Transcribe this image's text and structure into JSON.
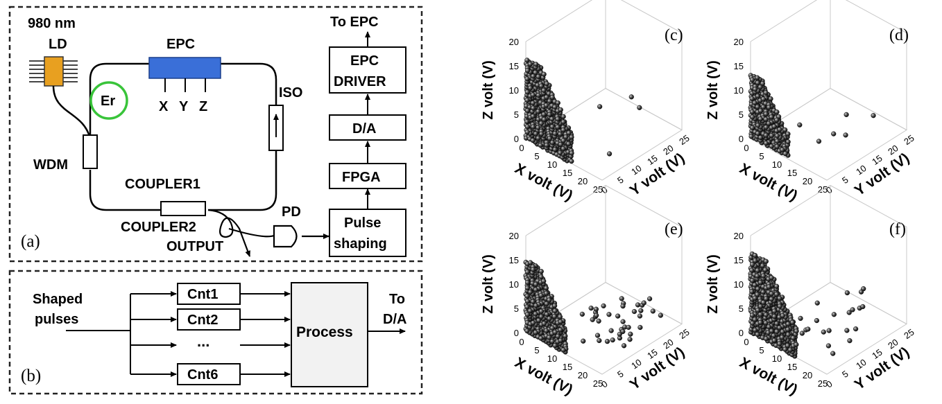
{
  "panel_a": {
    "tag": "(a)",
    "wavelength": "980 nm",
    "ld": "LD",
    "epc": "EPC",
    "er": "Er",
    "x": "X",
    "y": "Y",
    "z": "Z",
    "iso": "ISO",
    "wdm": "WDM",
    "coupler1": "COUPLER1",
    "coupler2": "COUPLER2",
    "output": "OUTPUT",
    "pd": "PD",
    "to_epc": "To EPC",
    "epc_driver_1": "EPC",
    "epc_driver_2": "DRIVER",
    "da": "D/A",
    "fpga": "FPGA",
    "pulse_1": "Pulse",
    "pulse_2": "shaping"
  },
  "panel_b": {
    "tag": "(b)",
    "shaped_1": "Shaped",
    "shaped_2": "pulses",
    "cnt1": "Cnt1",
    "cnt2": "Cnt2",
    "dots": "...",
    "cnt6": "Cnt6",
    "process": "Process",
    "to_1": "To",
    "to_2": "D/A"
  },
  "plots": [
    {
      "tag": "(c)"
    },
    {
      "tag": "(d)"
    },
    {
      "tag": "(e)"
    },
    {
      "tag": "(f)"
    }
  ],
  "axes": {
    "z_label": "Z volt (V)",
    "x_label": "X volt (V)",
    "y_label": "Y volt (V)",
    "z_ticks": [
      "0",
      "5",
      "10",
      "15",
      "20"
    ],
    "x_ticks": [
      "0",
      "5",
      "10",
      "15",
      "20",
      "25"
    ],
    "y_ticks": [
      "0",
      "5",
      "10",
      "15",
      "20",
      "25"
    ]
  }
}
